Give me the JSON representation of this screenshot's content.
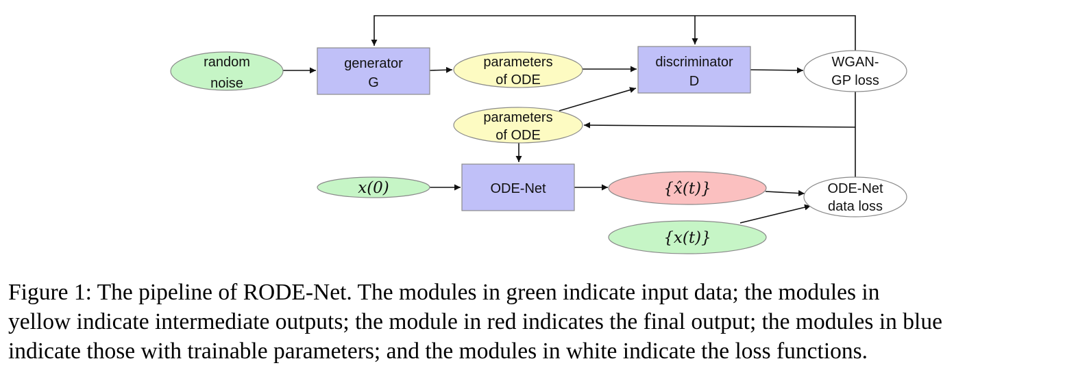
{
  "diagram": {
    "nodes": {
      "random_noise": [
        "random",
        "noise"
      ],
      "generator": [
        "generator",
        "G"
      ],
      "params_top": [
        "parameters",
        "of ODE"
      ],
      "discriminator": [
        "discriminator",
        "D"
      ],
      "wgan_loss": [
        "WGAN-",
        "GP loss"
      ],
      "params_mid": [
        "parameters",
        "of ODE"
      ],
      "x0": "x(0)",
      "ode_net": "ODE-Net",
      "xhat_t": "{x̂(t)}",
      "ode_loss": [
        "ODE-Net",
        "data loss"
      ],
      "x_t": "{x(t)}"
    },
    "colors": {
      "input_green": "#c6f5c6",
      "intermediate_yellow": "#fdfbc2",
      "output_red": "#fbc0c0",
      "trainable_blue": "#c0c0f8",
      "loss_white": "#ffffff"
    }
  },
  "caption": {
    "line1": "Figure 1: The pipeline of RODE-Net. The modules in green indicate input data; the modules in",
    "line2": "yellow indicate intermediate outputs; the module in red indicates the final output; the modules in blue",
    "line3": "indicate those with trainable parameters; and the modules in white indicate the loss functions."
  }
}
